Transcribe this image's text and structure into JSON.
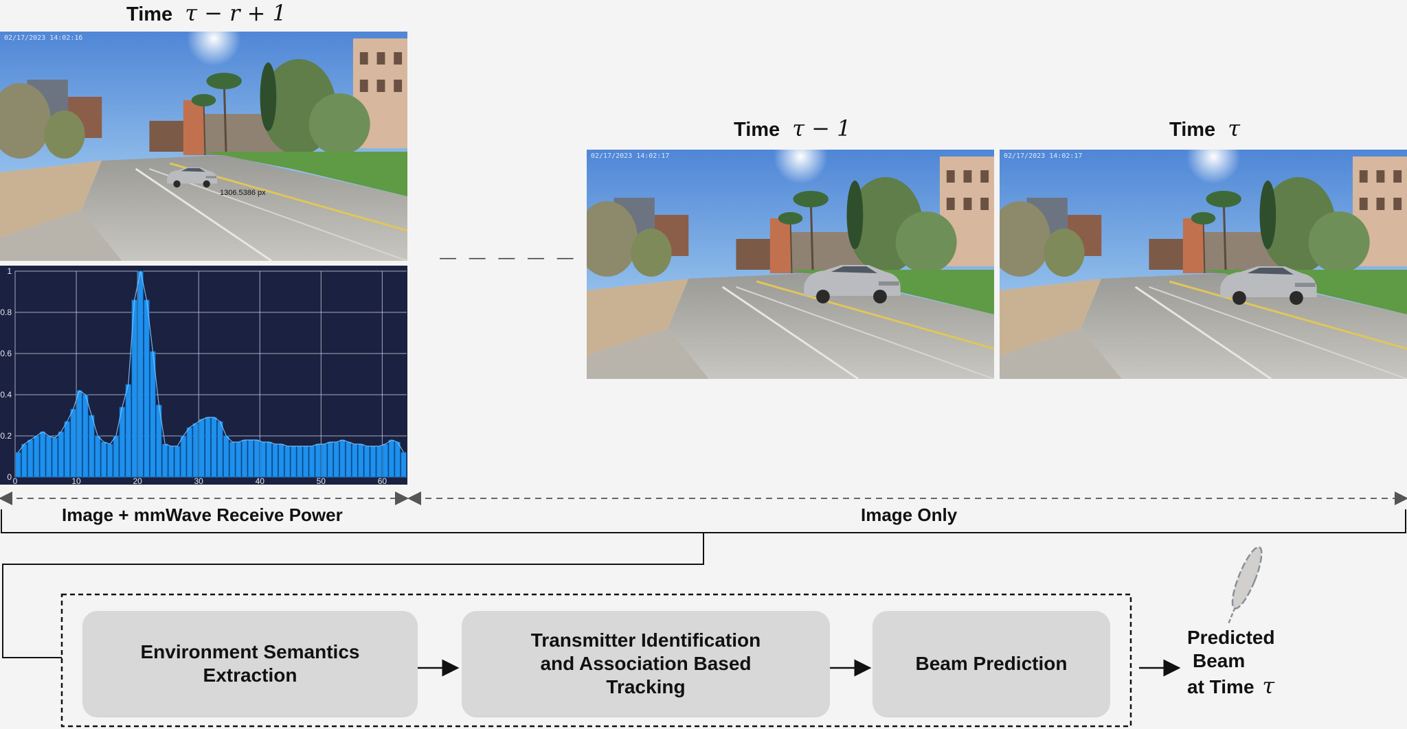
{
  "frames": {
    "first": {
      "time_prefix": "Time",
      "time_expr": "τ − r + 1",
      "timestamp": "02/17/2023    14:02:16",
      "detection_label": "1306.5386 px"
    },
    "middle": {
      "time_prefix": "Time",
      "time_expr": "τ − 1",
      "timestamp": "02/17/2023    14:02:17"
    },
    "last": {
      "time_prefix": "Time",
      "time_expr": "τ",
      "timestamp": "02/17/2023    14:02:17"
    }
  },
  "ellipsis": "— — — — —",
  "ranges": {
    "left_label": "Image + mmWave Receive Power",
    "right_label": "Image Only"
  },
  "pipeline": {
    "stage1": [
      "Environment Semantics",
      "Extraction"
    ],
    "stage2": [
      "Transmitter Identification",
      "and Association Based",
      "Tracking"
    ],
    "stage3": [
      "Beam Prediction"
    ]
  },
  "output": {
    "line1": "Predicted",
    "line2": "Beam",
    "line3_prefix": "at Time",
    "line3_math": "τ"
  },
  "colors": {
    "chart_bg": "#1b2140",
    "bar": "#1e90ee",
    "bar_edge": "#0b5fa8",
    "grid": "#c9cde0",
    "stage_bg": "#d8d8d8",
    "arrow": "#111111",
    "dashed_arrow": "#666666"
  },
  "chart_data": {
    "type": "bar",
    "title": "",
    "xlabel": "",
    "ylabel": "",
    "xlim": [
      0,
      64
    ],
    "ylim": [
      0,
      1
    ],
    "x_ticks": [
      "0",
      "10",
      "20",
      "30",
      "40",
      "50",
      "60"
    ],
    "y_ticks": [
      "0",
      "0.2",
      "0.4",
      "0.6",
      "0.8",
      "1"
    ],
    "grid": true,
    "categories": [
      1,
      2,
      3,
      4,
      5,
      6,
      7,
      8,
      9,
      10,
      11,
      12,
      13,
      14,
      15,
      16,
      17,
      18,
      19,
      20,
      21,
      22,
      23,
      24,
      25,
      26,
      27,
      28,
      29,
      30,
      31,
      32,
      33,
      34,
      35,
      36,
      37,
      38,
      39,
      40,
      41,
      42,
      43,
      44,
      45,
      46,
      47,
      48,
      49,
      50,
      51,
      52,
      53,
      54,
      55,
      56,
      57,
      58,
      59,
      60,
      61,
      62,
      63,
      64
    ],
    "values": [
      0.12,
      0.16,
      0.18,
      0.2,
      0.22,
      0.2,
      0.19,
      0.22,
      0.27,
      0.33,
      0.42,
      0.4,
      0.3,
      0.2,
      0.17,
      0.16,
      0.2,
      0.34,
      0.45,
      0.86,
      1.0,
      0.86,
      0.61,
      0.35,
      0.16,
      0.15,
      0.15,
      0.2,
      0.24,
      0.26,
      0.28,
      0.29,
      0.29,
      0.27,
      0.2,
      0.17,
      0.17,
      0.18,
      0.18,
      0.18,
      0.17,
      0.17,
      0.16,
      0.16,
      0.15,
      0.15,
      0.15,
      0.15,
      0.15,
      0.16,
      0.16,
      0.17,
      0.17,
      0.18,
      0.17,
      0.16,
      0.16,
      0.15,
      0.15,
      0.15,
      0.16,
      0.18,
      0.17,
      0.12
    ]
  }
}
